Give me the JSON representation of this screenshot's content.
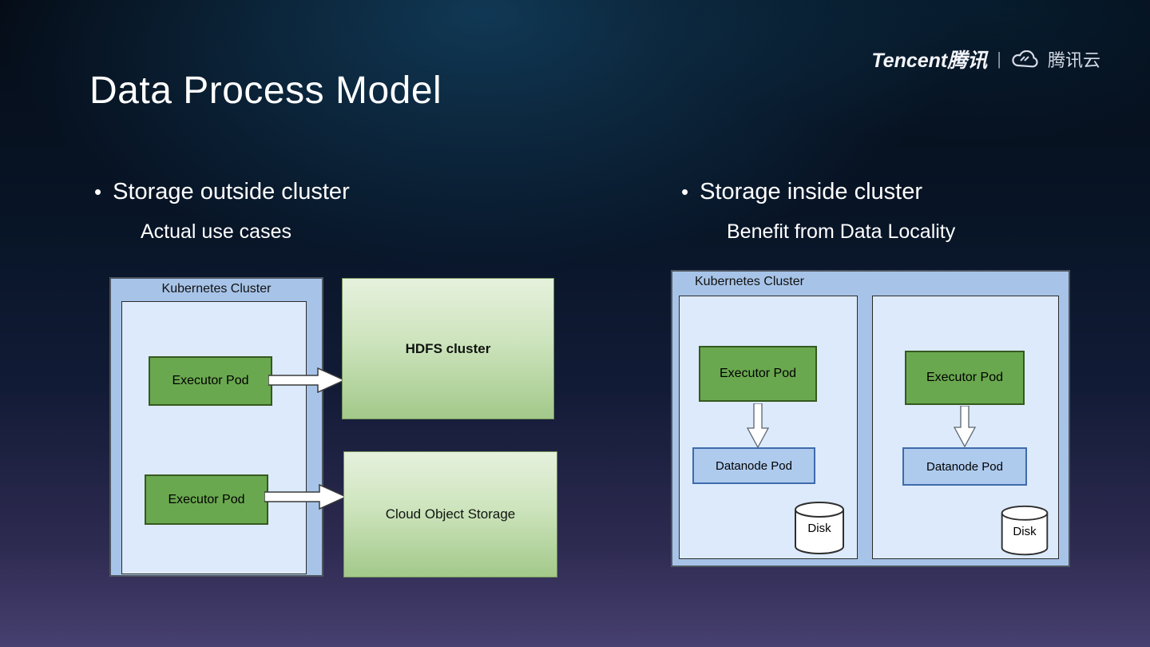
{
  "slide": {
    "title": "Data Process Model",
    "bullet_char": "•",
    "logo": {
      "brand": "Tencent腾讯",
      "separator": "|",
      "cloud_brand": "腾讯云"
    },
    "bullets": [
      {
        "label": "Storage outside cluster",
        "sub": "Actual use cases"
      },
      {
        "label": "Storage inside cluster",
        "sub": "Benefit from Data Locality"
      }
    ]
  },
  "left_diagram": {
    "cluster_label": "Kubernetes Cluster",
    "executor_pods": [
      "Executor Pod",
      "Executor Pod"
    ],
    "storage_boxes": [
      "HDFS cluster",
      "Cloud Object Storage"
    ]
  },
  "right_diagram": {
    "cluster_label": "Kubernetes Cluster",
    "nodes": [
      {
        "executor": "Executor Pod",
        "datanode": "Datanode Pod",
        "disk": "Disk"
      },
      {
        "executor": "Executor Pod",
        "datanode": "Datanode Pod",
        "disk": "Disk"
      }
    ]
  },
  "colors": {
    "executor_pod_fill": "#6aa84f",
    "executor_pod_border": "#35591f",
    "cluster_outer_fill": "#a7c4e8",
    "cluster_inner_fill": "#dceafb",
    "storage_gradient_top": "#e6f1dd",
    "storage_gradient_bottom": "#a3c98a",
    "datanode_fill": "#aecbee",
    "datanode_border": "#3f6bab",
    "slide_bg_top": "#050c17",
    "slide_bg_bottom": "#474070",
    "title_color": "#ffffff"
  }
}
